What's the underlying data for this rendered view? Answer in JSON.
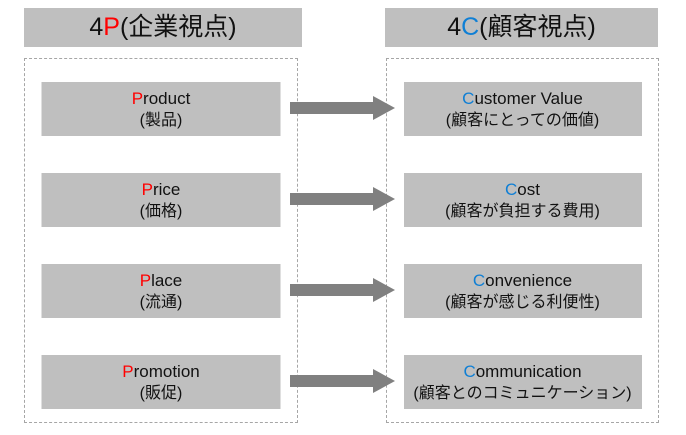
{
  "colors": {
    "p_accent": "#ff0000",
    "c_accent": "#0f7fd5",
    "box_fill": "#bfbfbf",
    "arrow_fill": "#808080",
    "dash_border": "#a6a6a6"
  },
  "left_panel": {
    "header": {
      "prefix": "4",
      "initial": "P",
      "suffix": "(企業視点)"
    },
    "items": [
      {
        "initial": "P",
        "rest": "roduct",
        "sub": "(製品)"
      },
      {
        "initial": "P",
        "rest": "rice",
        "sub": "(価格)"
      },
      {
        "initial": "P",
        "rest": "lace",
        "sub": "(流通)"
      },
      {
        "initial": "P",
        "rest": "romotion",
        "sub": "(販促)"
      }
    ]
  },
  "right_panel": {
    "header": {
      "prefix": "4",
      "initial": "C",
      "suffix": "(顧客視点)"
    },
    "items": [
      {
        "initial": "C",
        "rest": "ustomer Value",
        "sub": "(顧客にとっての価値)"
      },
      {
        "initial": "C",
        "rest": "ost",
        "sub": "(顧客が負担する費用)"
      },
      {
        "initial": "C",
        "rest": "onvenience",
        "sub": "(顧客が感じる利便性)"
      },
      {
        "initial": "C",
        "rest": "ommunication",
        "sub": "(顧客とのコミュニケーション)"
      }
    ]
  }
}
